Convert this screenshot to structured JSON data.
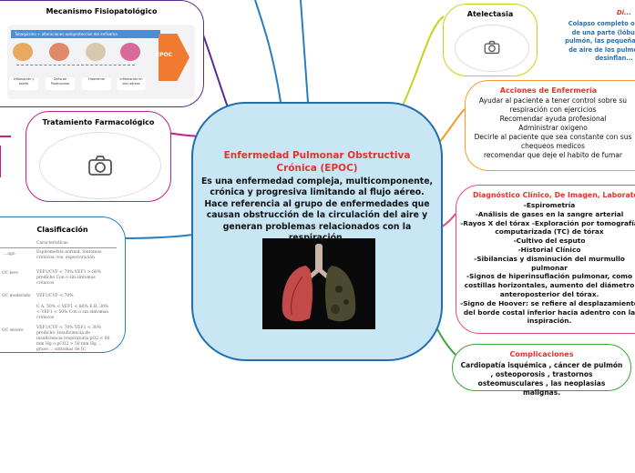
{
  "center": {
    "title": "Enfermedad Pulmonar Obstructiva Crónica (EPOC)",
    "description": "Es una enfermedad compleja, multicomponente, crónica y progresiva limitando al flujo aéreo. Hace referencia al grupo de enfermedades que causan obstrucción de la circulación del aire y generan problemas relacionados con la respiración.",
    "image_icon": "lungs-image"
  },
  "mecanismo": {
    "title": "Mecanismo Fisiopatológico",
    "banner": "Tabaquismo + alteraciones autoproteccion del enfisema",
    "epoc_label": "EPOC",
    "steps": [
      "Inflamación y estrés",
      "Daño de Parénquima",
      "Hiperemia",
      "Inflamación en vías aéreas"
    ]
  },
  "tratamiento": {
    "title": "Tratamiento Farmacológico",
    "icon": "camera-icon"
  },
  "clasificacion": {
    "title": "Clasificación",
    "header": "Características",
    "rows": [
      {
        "name": "...ago",
        "text": "Espirometría normal. Síntomas crónicos: tos, expectoración"
      },
      {
        "name": "OC leve",
        "text": "VEF1/CVF < 70% VEF1 > 80% predicho Con o sin síntomas crónicos"
      },
      {
        "name": "OC moderado",
        "text": "VEF1/CVF < 70%"
      },
      {
        "name": "",
        "text": "C A. 50% < VEF1 < 80% E B. 30% < VEF1 < 50% Con o sin síntomas crónicos"
      },
      {
        "name": "OC severo",
        "text": "VEF1/CVF < 70% VEF1 < 30% predicho. Insuficiencia de insuficiencia respiratoria pO2 < 60 mm Hg o pCO2 > 50 mm Hg ... grave ... síntomas de IC"
      }
    ]
  },
  "atelectasia": {
    "title": "Atelectasia",
    "icon": "camera-icon",
    "side_label": "Di...",
    "description": "Colapso completo o parcial de una parte (lóbulo) del pulmón, las pequeñas bolsas de aire de los pulmones se desinflan..."
  },
  "acciones": {
    "title": "Acciones de Enfermería",
    "items": [
      "Ayudar al paciente a tener control sobre su respiración con ejercicios",
      "Recomendar ayuda profesional",
      "Administrar oxigeno",
      "Decirle al paciente que sea constante con sus chequeos medicos",
      "recomendar que deje el habito de fumar"
    ]
  },
  "diagnostico": {
    "title": "Diagnóstico Clínico, De Imagen, Laboratorio",
    "items": [
      "-Espirometría",
      "-Análisis de gases en la sangre arterial",
      "-Rayos X del tórax -Exploración por tomografía computarizada (TC) de tórax",
      "-Cultivo del esputo",
      "-Historial Clínico",
      "-Sibilancias y disminución del murmullo pulmonar",
      "-Signos de hiperinsuflación pulmonar, como costillas horizontales, aumento del diámetro anteroposterior del tórax.",
      "-Signo de Hoover: se refiere al desplazamiento del borde costal inferior hacia adentro con la inspiración."
    ]
  },
  "complicaciones": {
    "title": "Complicaciones",
    "text": "Cardiopatía isquémica , cáncer de pulmón , osteoporosis , trastornos osteomusculares , las neoplasias malignas."
  },
  "colors": {
    "center_fill": "#c9e6f5",
    "center_border": "#1f6fb2",
    "title_red": "#e5332a",
    "purple": "#5c2a91",
    "magenta": "#c0208a",
    "yellow_green": "#c9d21a",
    "orange": "#f39c2e",
    "pink": "#e24a8a",
    "green": "#3aa63a",
    "blue": "#2a7ec0"
  }
}
